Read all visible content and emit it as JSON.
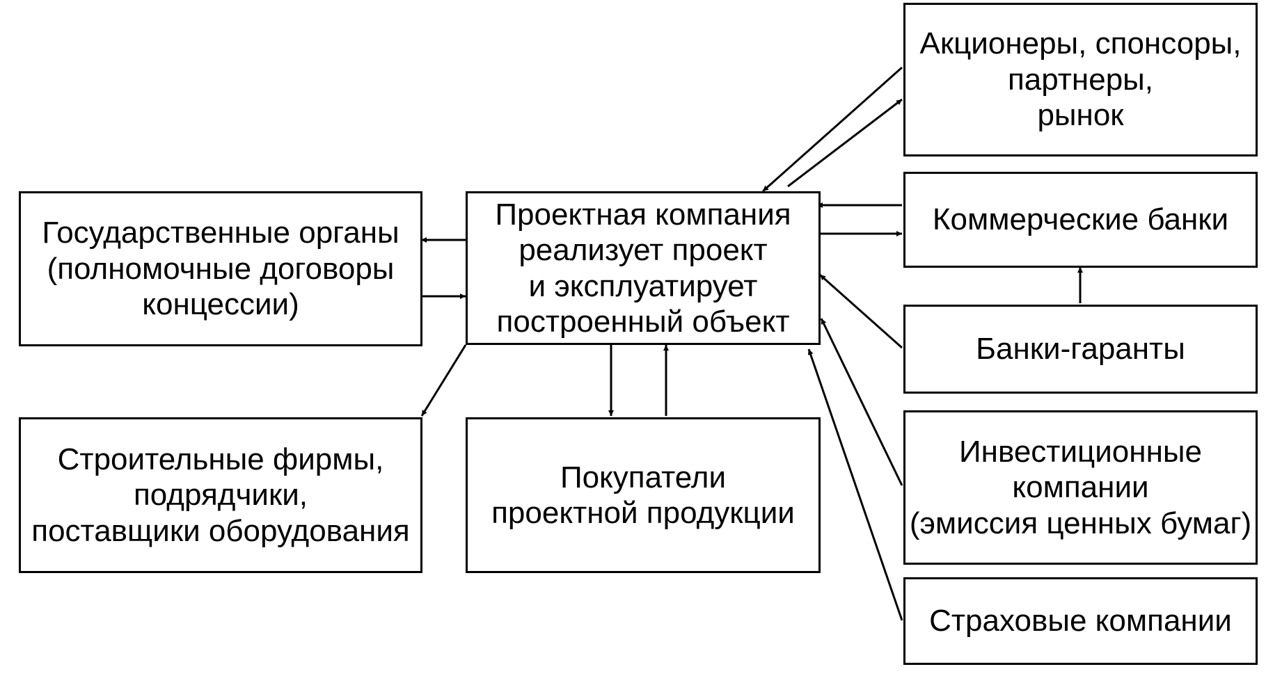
{
  "diagram": {
    "center": {
      "lines": [
        "Проектная компания",
        "реализует проект",
        "и эксплуатирует",
        "построенный объект"
      ]
    },
    "government": {
      "lines": [
        "Государственные органы",
        "(полномочные договоры",
        "концессии)"
      ]
    },
    "construction": {
      "lines": [
        "Строительные фирмы,",
        "подрядчики,",
        "поставщики оборудования"
      ]
    },
    "buyers": {
      "lines": [
        "Покупатели",
        "проектной продукции"
      ]
    },
    "shareholders": {
      "lines": [
        "Акционеры, спонсоры,",
        "партнеры,",
        "рынок"
      ]
    },
    "commercial_banks": {
      "lines": [
        "Коммерческие банки"
      ]
    },
    "guarantor_banks": {
      "lines": [
        "Банки-гаранты"
      ]
    },
    "investment_companies": {
      "lines": [
        "Инвестиционные",
        "компании",
        "(эмиссия ценных бумаг)"
      ]
    },
    "insurance": {
      "lines": [
        "Страховые компании"
      ]
    }
  }
}
